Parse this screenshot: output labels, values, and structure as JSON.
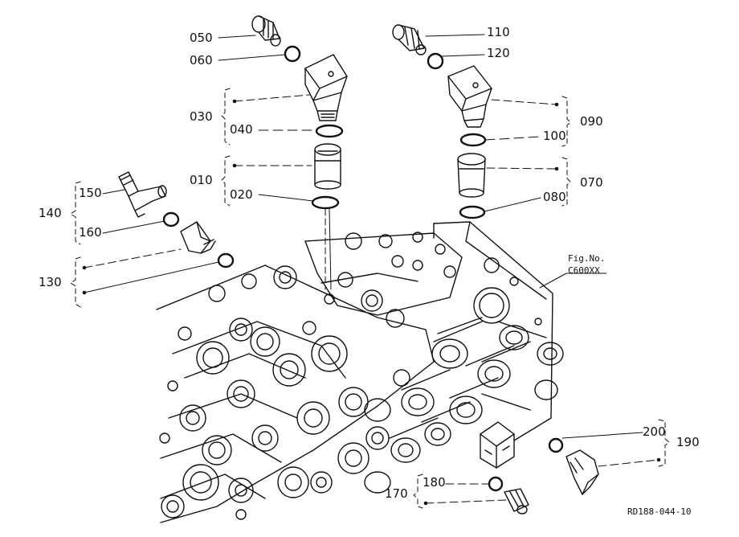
{
  "parts": {
    "p010": "010",
    "p020": "020",
    "p030": "030",
    "p040": "040",
    "p050": "050",
    "p060": "060",
    "p070": "070",
    "p080": "080",
    "p090": "090",
    "p100": "100",
    "p110": "110",
    "p120": "120",
    "p130": "130",
    "p140": "140",
    "p150": "150",
    "p160": "160",
    "p170": "170",
    "p180": "180",
    "p190": "190",
    "p200": "200"
  },
  "reference": {
    "fig_line1": "Fig.No.",
    "fig_line2": "C600XX",
    "drawing_code": "RD188-044-10"
  },
  "colors": {
    "ink": "#111111",
    "paper": "#ffffff"
  }
}
